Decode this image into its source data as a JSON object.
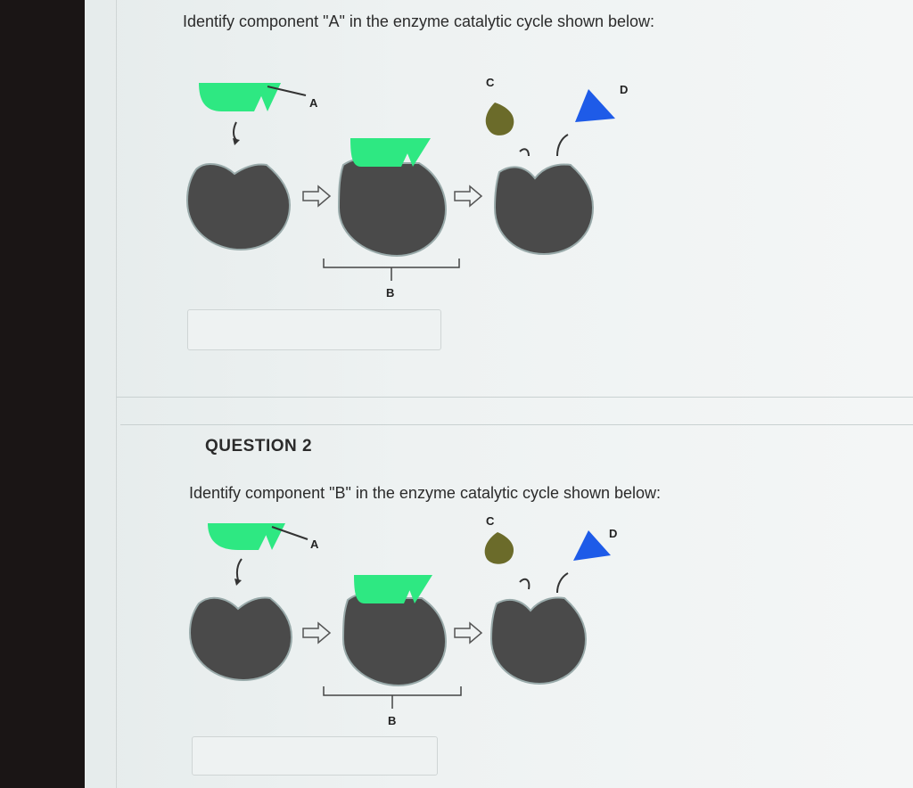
{
  "question1": {
    "prompt": "Identify component \"A\" in the enzyme catalytic cycle shown below:",
    "answer_value": "",
    "labels": {
      "A": "A",
      "B": "B",
      "C": "C",
      "D": "D"
    }
  },
  "question2": {
    "heading": "QUESTION 2",
    "prompt": "Identify component \"B\" in the enzyme catalytic cycle shown below:",
    "answer_value": "",
    "labels": {
      "A": "A",
      "B": "B",
      "C": "C",
      "D": "D"
    }
  },
  "colors": {
    "enzyme": "#4a4a4a",
    "substrate_green": "#2ee882",
    "product_c": "#6b6b2a",
    "product_d": "#1e5be8"
  }
}
